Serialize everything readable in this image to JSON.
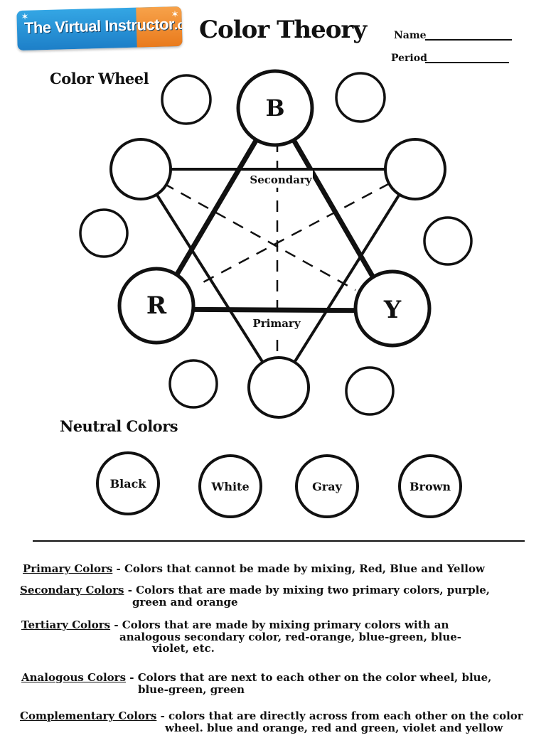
{
  "logo": {
    "main": "The Virtual Instructor",
    "suffix": ".com"
  },
  "header": {
    "title": "Color Theory",
    "name_label": "Name",
    "period_label": "Period"
  },
  "color_wheel": {
    "heading": "Color Wheel",
    "primary_circles": {
      "top": "B",
      "left": "R",
      "right": "Y"
    },
    "triangle_labels": {
      "secondary": "Secondary",
      "primary": "Primary"
    }
  },
  "neutral": {
    "heading": "Neutral Colors",
    "items": [
      "Black",
      "White",
      "Gray",
      "Brown"
    ]
  },
  "definitions": [
    {
      "term": "Primary Colors",
      "lines": [
        "- Colors that cannot be made by mixing, Red, Blue and Yellow"
      ]
    },
    {
      "term": "Secondary Colors",
      "lines": [
        "- Colors that are made by mixing two primary colors, purple,",
        "green and orange"
      ]
    },
    {
      "term": "Tertiary Colors",
      "lines": [
        "- Colors that are made by mixing  primary colors with an",
        "analogous secondary color, red-orange, blue-green, blue-",
        "violet, etc."
      ]
    },
    {
      "term": "Analogous  Colors",
      "lines": [
        "- Colors that are next to each other on the color wheel, blue,",
        "blue-green, green"
      ]
    },
    {
      "term": "Complementary Colors",
      "lines": [
        "- colors that are directly across from each other on the color",
        "wheel. blue and orange, red and green, violet and yellow"
      ]
    }
  ]
}
